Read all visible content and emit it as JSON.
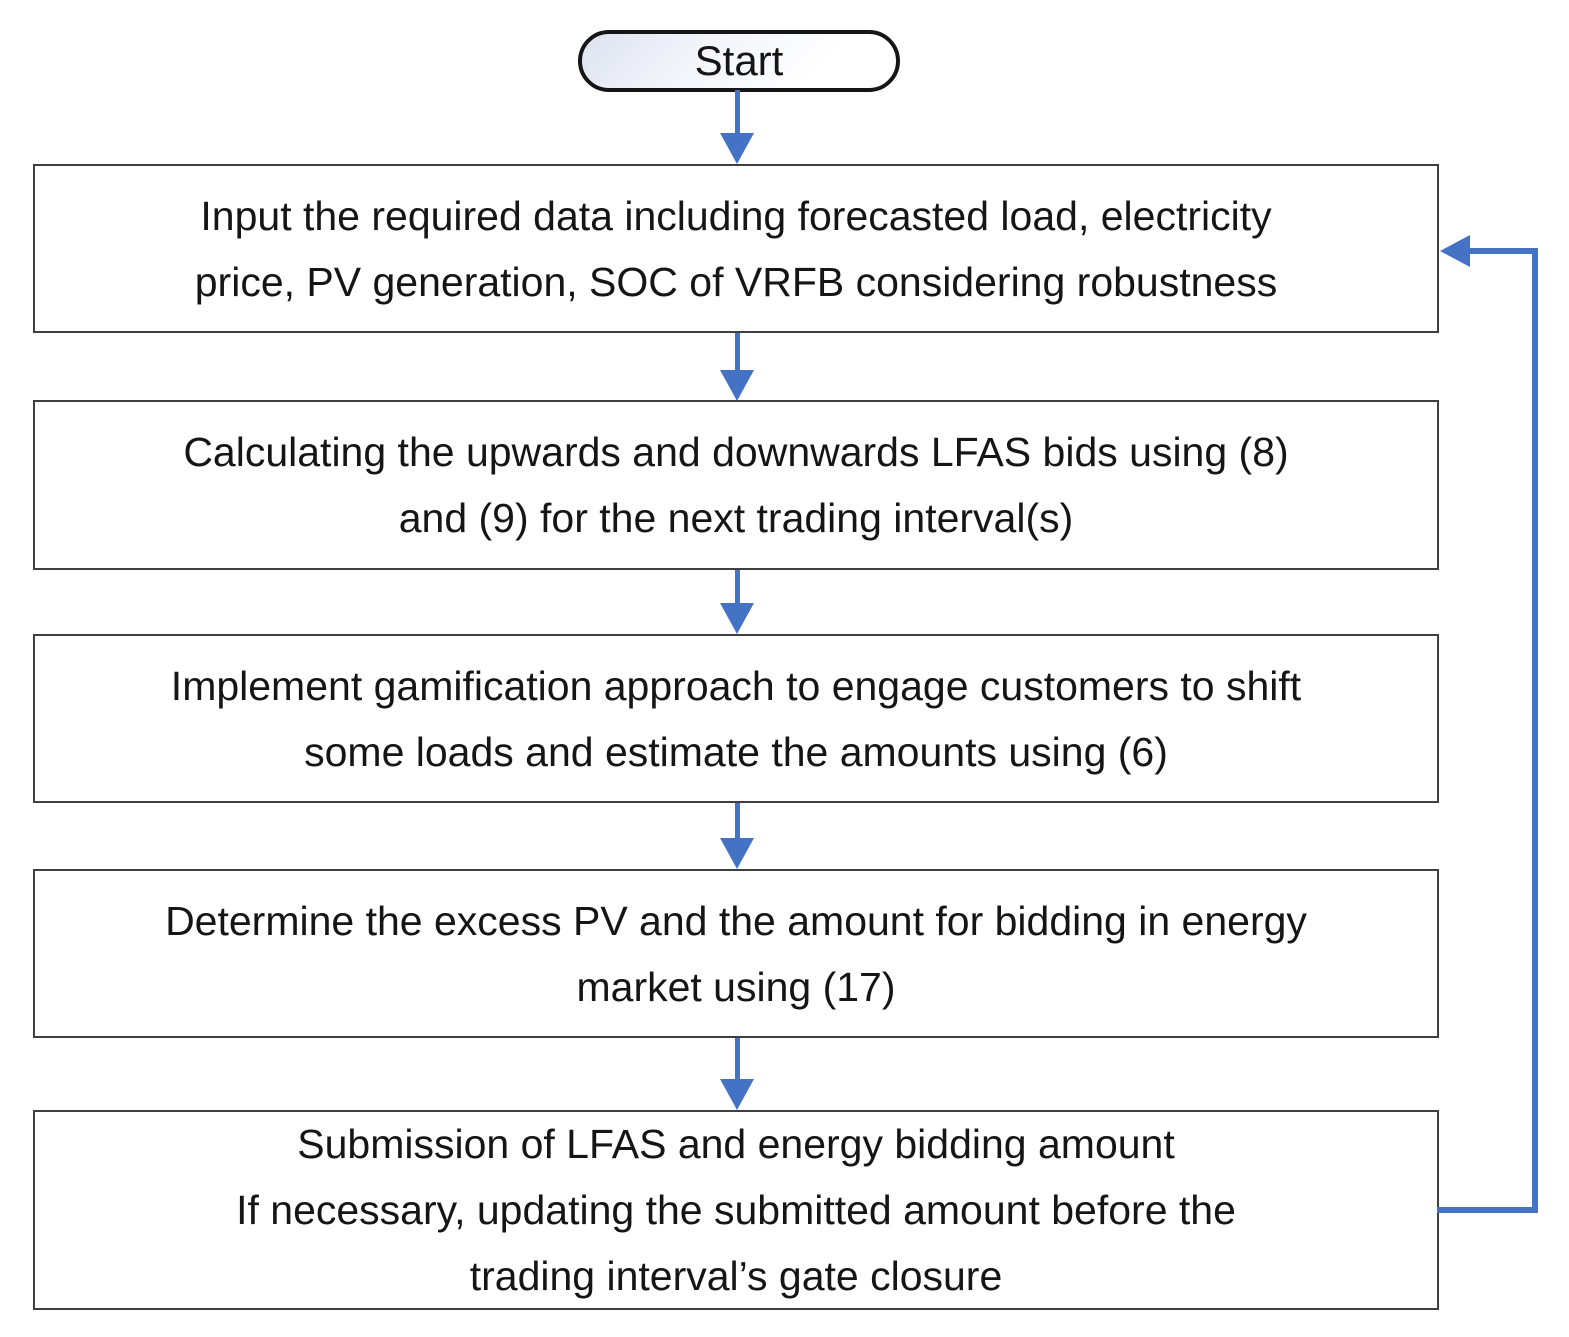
{
  "flowchart": {
    "start_label": "Start",
    "steps": [
      {
        "text": "Input the required data including forecasted load, electricity\nprice, PV generation, SOC of VRFB considering robustness"
      },
      {
        "text": "Calculating the upwards and downwards LFAS bids using (8)\nand (9) for the next trading interval(s)"
      },
      {
        "text": "Implement gamification approach to engage customers to shift\nsome loads and estimate the amounts using (6)"
      },
      {
        "text": "Determine the excess PV and the amount for bidding in energy\nmarket using (17)"
      },
      {
        "text": "Submission of LFAS and energy bidding amount\nIf necessary, updating the submitted amount before the\ntrading interval’s gate closure"
      }
    ],
    "colors": {
      "arrow": "#4472C4",
      "box_border": "#3f3f3f",
      "text": "#151515",
      "pill_border": "#151515"
    }
  }
}
